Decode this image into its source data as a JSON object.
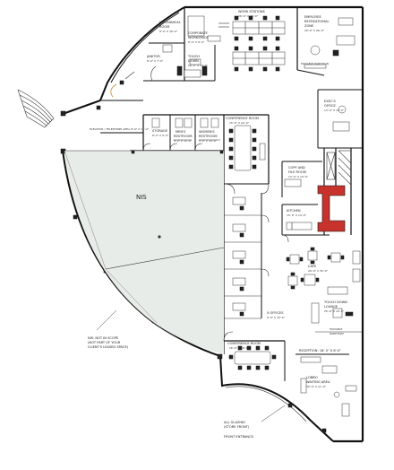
{
  "rooms": {
    "mechanical": [
      "MECHANICAL",
      "ROOM",
      "8'-0\" X 16'-0\""
    ],
    "janitor": [
      "JANITOR",
      "8'-0\" X 7'-0\""
    ],
    "workstations": [
      "WORK STATIONS",
      "26'-0\" X 29'-0\""
    ],
    "corporate_workspace": [
      "CORPORATE",
      "WORKSPACE",
      "8'-0\" X 8'-0\""
    ],
    "touchdown_top": [
      "TOUCH",
      "DOWN",
      "16'-0\" X 20'-0\""
    ],
    "employee_rec": [
      "EMPLOYEE",
      "RECREATIONAL",
      "ZONE",
      "20'-0\" X 26'-0\""
    ],
    "movable_partition_top": "MOVABLE PARTITION",
    "exec_office": [
      "EXEC'S",
      "OFFICE",
      "13'-0\" X 19'-0\""
    ],
    "elevator_lobby": "ELEVATOR / TELEPHONE AREA 8'-0\" X 11'-0\"",
    "storage": [
      "STORAGE",
      "8'-0\" X 5'-0\""
    ],
    "mens_rr": [
      "MEN'S",
      "RESTROOM",
      "8'-0\" X 12'-0\""
    ],
    "womens_rr": [
      "WOMEN'S",
      "RESTROOM",
      "9'-0\" X 12'-0\""
    ],
    "conference_top": [
      "CONFERENCE ROOM",
      "15'-0\" X 22'-0\""
    ],
    "copy_file": [
      "COPY AND",
      "FILE ROOM",
      "13'-0\" X 13'-0\""
    ],
    "kitchen": [
      "KITCHEN",
      "15'-0\" X 14'-0\""
    ],
    "nis": "NIS",
    "cafe": [
      "CAFE",
      "26'-0\" X 35'-0\""
    ],
    "touchdown_lounge": [
      "TOUCH DOWN",
      "LOUNGE",
      "25'-0\" X 19'-0\""
    ],
    "movable_partition_mid": [
      "MOVABLE",
      "PARTITION"
    ],
    "offices": [
      "5 OFFICES",
      "9'-0\" X 15'-0\""
    ],
    "conference_bottom": [
      "CONFERENCE ROOM",
      "16'-0\" X 18'-0\""
    ],
    "reception": "RECEPTION: 18'-0\" X 8'-0\"",
    "lobby": [
      "LOBBY/",
      "WAITING AREA",
      "30'-0\" X 11'-0\""
    ],
    "nis_note": [
      "NIS: NOT IN SCOPE",
      "(NOT PART OF YOUR",
      "CLIENT'S LEASED SPACE)"
    ],
    "glazing_note": [
      "ALL GLAZING",
      "(STORE FRONT)"
    ],
    "front_entrance": "FRONT ENTRANCE"
  }
}
